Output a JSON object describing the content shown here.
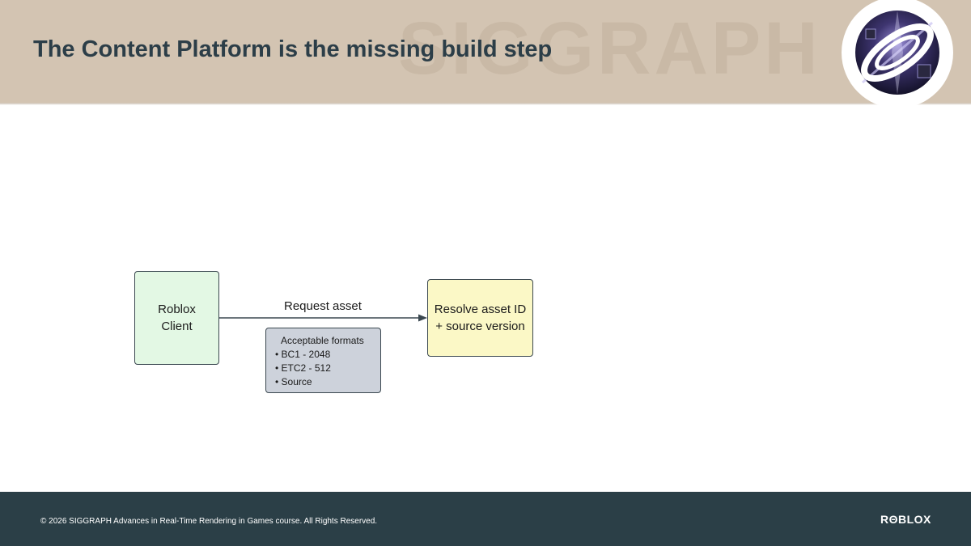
{
  "header": {
    "title": "The Content Platform is the missing build step",
    "watermark": "SIGGRAPH"
  },
  "diagram": {
    "client_box": {
      "lines": [
        "Roblox",
        "Client"
      ]
    },
    "resolve_box": {
      "lines": [
        "Resolve asset ID",
        "+ source version"
      ]
    },
    "arrow_label": "Request asset",
    "formats_box": {
      "heading": "Acceptable formats",
      "items": [
        "BC1 - 2048",
        "ETC2 - 512",
        "Source"
      ]
    }
  },
  "footer": {
    "copyright": "© 2026 SIGGRAPH Advances in Real-Time Rendering in Games course. All Rights Reserved.",
    "brand": "RΘBLOX"
  },
  "colors": {
    "header_bg": "#d3c4b2",
    "title_text": "#2c3e48",
    "client_box_fill": "#e3f8e4",
    "resolve_box_fill": "#fbf8c6",
    "formats_box_fill": "#cdd2db",
    "footer_bg": "#2b3f47"
  }
}
